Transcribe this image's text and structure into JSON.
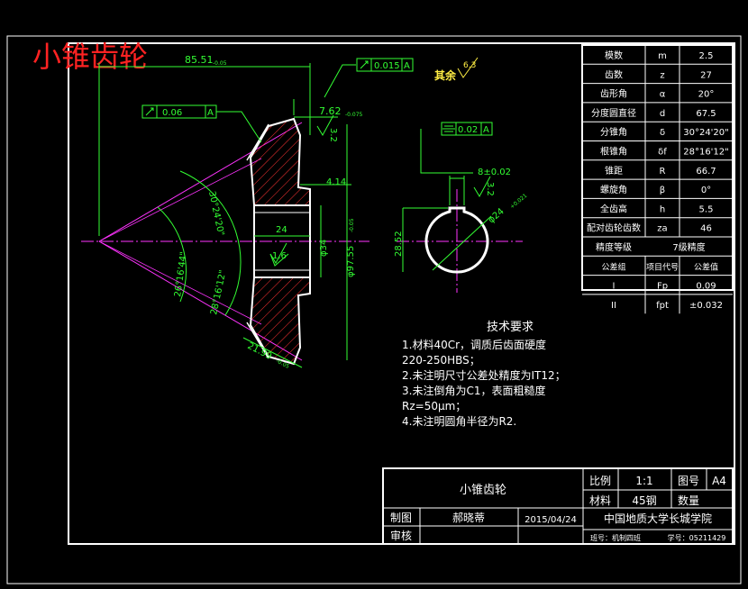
{
  "title_overlay": "小锥齿轮",
  "colors": {
    "background": "#000000",
    "outline": "#ffffff",
    "dimension": "#33ff33",
    "centerline": "#ff33ff",
    "hatch": "#ff3333",
    "title_red": "#ff2222",
    "surface_symbol": "#ffee44"
  },
  "surface_note": {
    "label": "其余",
    "value": "6.3"
  },
  "dimensions": {
    "d_85": "85.51",
    "d_85_tol": "-0.05",
    "d_762": "7.62",
    "d_762_tol": "-0.075",
    "d_414": "4.14",
    "d_24": "24",
    "d_34": "φ34",
    "d_9755": "φ97.55",
    "d_9755_tol": "-0.05",
    "d_2199": "21.99",
    "d_2199_tol": "-0.05",
    "d_16": "1.6",
    "d_32a": "3.2",
    "d_32b": "3.2",
    "ang_1": "30°24'20\"",
    "ang_2": "28°16'12\"",
    "ang_3": "26°16'44\"",
    "key_width": "8±0.02",
    "key_depth": "28.52",
    "bore": "φ24",
    "bore_tol": "+0.021"
  },
  "gdt": {
    "runout_face": {
      "value": "0.015",
      "datum": "A"
    },
    "runout_cone": {
      "value": "0.06",
      "datum": "A"
    },
    "symmetry_key": {
      "value": "0.02",
      "datum": "A"
    }
  },
  "params_table": {
    "rows": [
      {
        "name": "模数",
        "symbol": "m",
        "value": "2.5"
      },
      {
        "name": "齿数",
        "symbol": "z",
        "value": "27"
      },
      {
        "name": "齿形角",
        "symbol": "α",
        "value": "20°"
      },
      {
        "name": "分度圆直径",
        "symbol": "d",
        "value": "67.5"
      },
      {
        "name": "分锥角",
        "symbol": "δ",
        "value": "30°24'20\""
      },
      {
        "name": "根锥角",
        "symbol": "δf",
        "value": "28°16'12\""
      },
      {
        "name": "锥距",
        "symbol": "R",
        "value": "66.7"
      },
      {
        "name": "螺旋角",
        "symbol": "β",
        "value": "0°"
      },
      {
        "name": "全齿高",
        "symbol": "h",
        "value": "5.5"
      },
      {
        "name": "配对齿轮齿数",
        "symbol": "za",
        "value": "46"
      }
    ],
    "precision_label": "精度等级",
    "precision_value": "7级精度",
    "tol_header": [
      "公差组",
      "项目代号",
      "公差值"
    ],
    "tol_rows": [
      {
        "group": "I",
        "code": "Fp",
        "value": "0.09"
      },
      {
        "group": "II",
        "code": "fpt",
        "value": "±0.032"
      }
    ]
  },
  "tech_req": {
    "heading": "技术要求",
    "lines": [
      "1.材料40Cr，调质后齿面硬度",
      "220-250HBS；",
      "2.未注明尺寸公差处精度为IT12；",
      "3.未注倒角为C1，表面粗糙度",
      "Rz=50μm；",
      "4.未注明圆角半径为R2."
    ]
  },
  "title_block": {
    "part_name": "小锥齿轮",
    "scale_label": "比例",
    "scale_value": "1:1",
    "drawing_no_label": "图号",
    "drawing_no_value": "A4",
    "material_label": "材料",
    "material_value": "45钢",
    "qty_label": "数量",
    "drawn_label": "制图",
    "drawn_name": "郝晓蒂",
    "drawn_date": "2015/04/24",
    "check_label": "审核",
    "school": "中国地质大学长城学院",
    "class_info": "班号：机制四班",
    "student_info": "学号：05211429"
  }
}
